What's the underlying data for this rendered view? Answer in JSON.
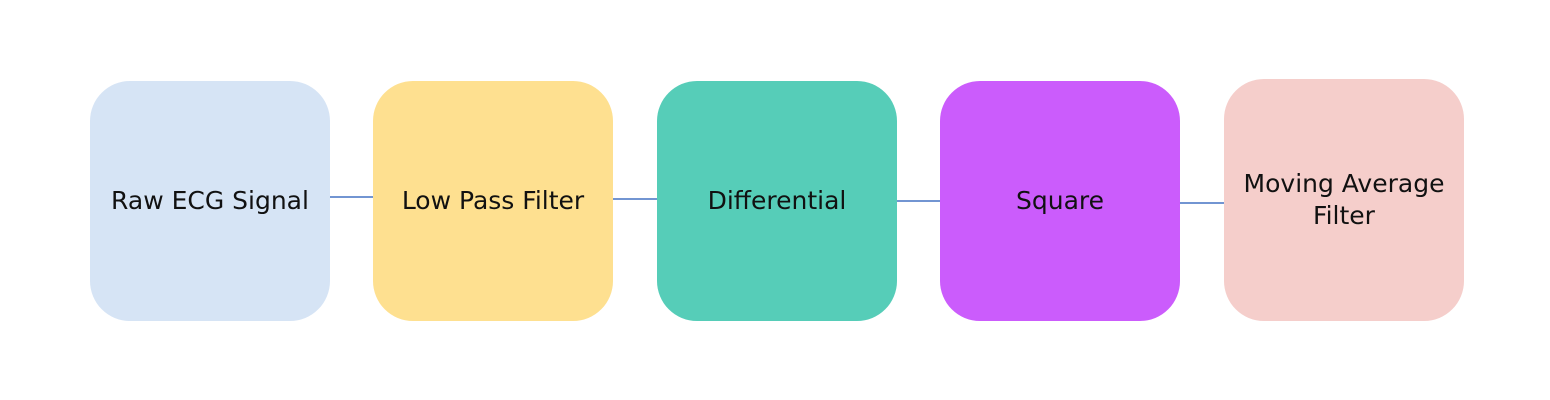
{
  "diagram": {
    "nodes": [
      {
        "label": "Raw ECG Signal",
        "color": "#d6e4f5"
      },
      {
        "label": "Low Pass Filter",
        "color": "#fee090"
      },
      {
        "label": "Differential",
        "color": "#56cdb8"
      },
      {
        "label": "Square",
        "color": "#cb5cfc"
      },
      {
        "label": "Moving Average Filter",
        "color": "#f5cecb"
      }
    ],
    "connector_color": "#4472c4"
  }
}
